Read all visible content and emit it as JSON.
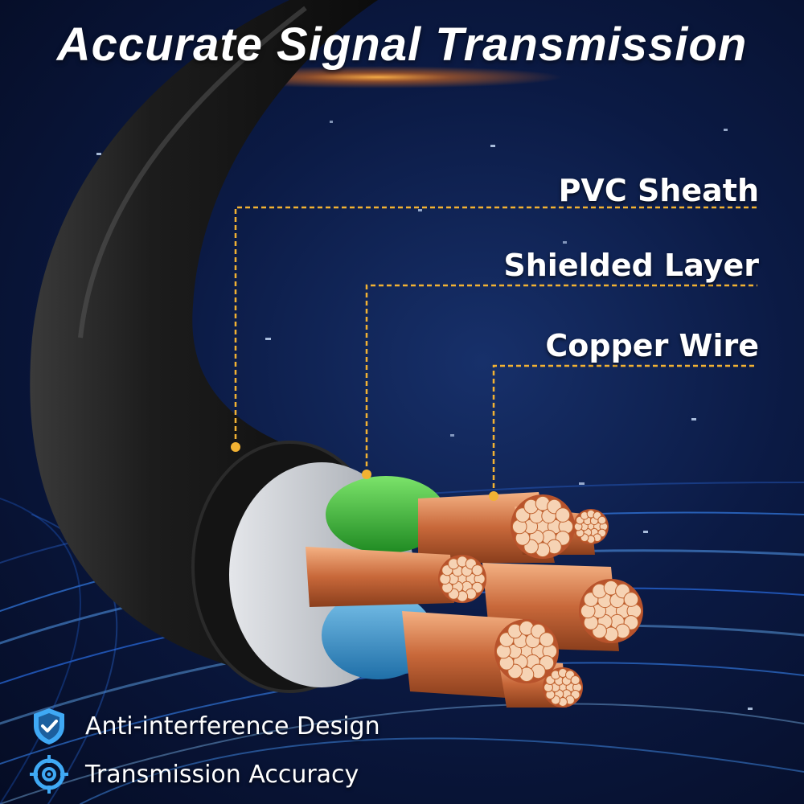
{
  "title": "Accurate Signal Transmission",
  "callouts": {
    "pvc_sheath": "PVC Sheath",
    "shielded_layer": "Shielded Layer",
    "copper_wire": "Copper Wire"
  },
  "features": [
    {
      "icon": "shield-check-icon",
      "label": "Anti-interference Design"
    },
    {
      "icon": "crosshair-target-icon",
      "label": "Transmission Accuracy"
    }
  ],
  "colors": {
    "callout_line": "#f2b233",
    "sheath": "#1a1a1a",
    "shield": "#c9ccd0",
    "copper": "#d9834e",
    "insulation_green": "#3fbf3a",
    "insulation_blue": "#3a9bd6",
    "icon_blue": "#3fa9f5"
  }
}
